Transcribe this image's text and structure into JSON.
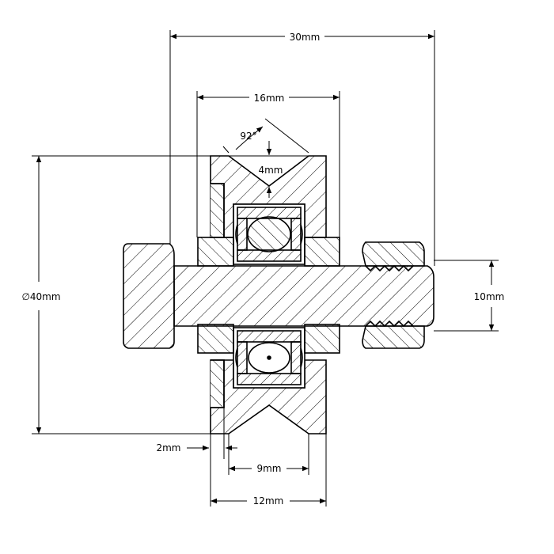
{
  "drawing": {
    "dimensions": {
      "overall_width": "30mm",
      "hub_width": "16mm",
      "groove_angle": "92°",
      "groove_depth": "4mm",
      "outer_diameter": "∅40mm",
      "bolt_diameter": "10mm",
      "flange_offset": "2mm",
      "groove_width": "9mm",
      "wheel_width": "12mm"
    },
    "colors": {
      "line": "#000000",
      "background": "#ffffff"
    }
  }
}
